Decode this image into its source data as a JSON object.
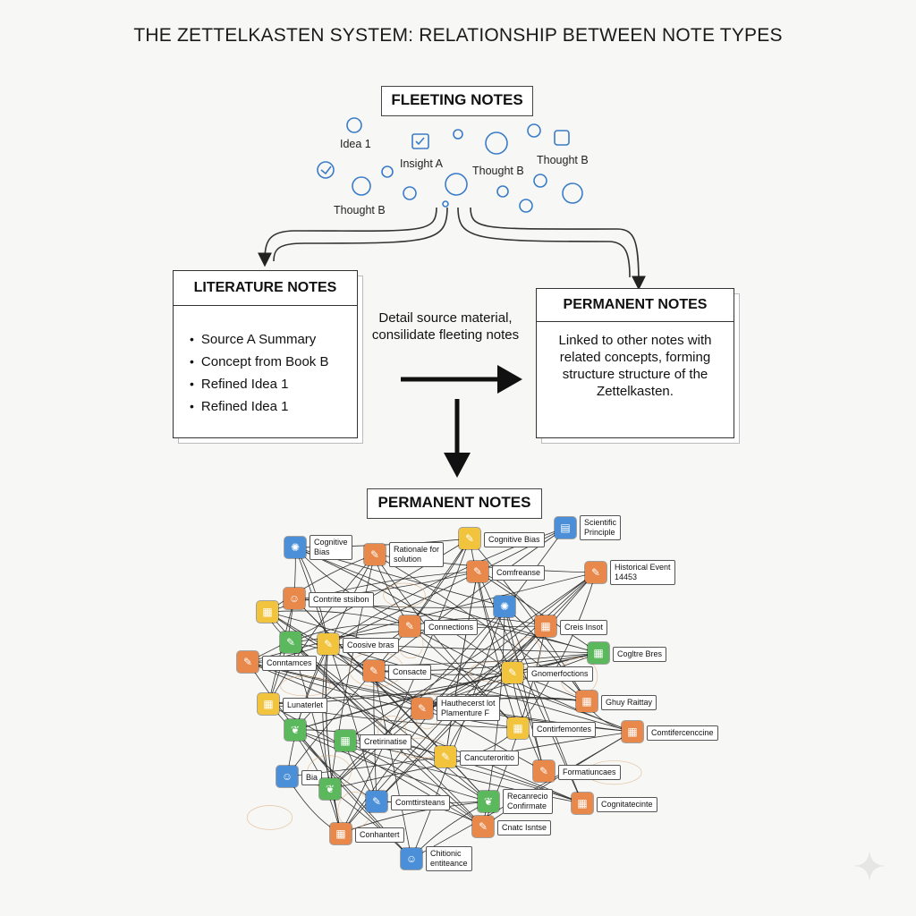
{
  "title": "THE ZETTELKASTEN SYSTEM: RELATIONSHIP BETWEEN NOTE TYPES",
  "fleeting": {
    "label": "FLEETING NOTES",
    "notes": [
      "Idea 1",
      "Insight A",
      "Thought B",
      "Thought B",
      "Thought B"
    ]
  },
  "literature": {
    "title": "LITERATURE NOTES",
    "items": [
      "Source A Summary",
      "Concept from Book B",
      "Refined Idea 1",
      "Refined Idea 1"
    ]
  },
  "flow_text": "Detail source material, consilidate fleeting notes",
  "permanent_card": {
    "title": "PERMANENT NOTES",
    "text": "Linked to other notes with related concepts, forming structure structure of the Zettelkasten."
  },
  "network": {
    "label": "PERMANENT NOTES",
    "colors": {
      "blue": "#4a8fd8",
      "orange": "#e8884a",
      "yellow": "#f2c43d",
      "green": "#5cb85c"
    },
    "nodes": [
      {
        "label": "Cognitive\nBias",
        "color": "blue",
        "icon": "brain-icon"
      },
      {
        "label": "Rationale for\nsolution",
        "color": "orange",
        "icon": "tools-icon"
      },
      {
        "label": "Cognitive Bias",
        "color": "yellow",
        "icon": "tools-icon"
      },
      {
        "label": "Scientific\nPrinciple",
        "color": "blue",
        "icon": "clipboard-icon"
      },
      {
        "label": "Comfreanse",
        "color": "orange",
        "icon": "tools-icon"
      },
      {
        "label": "Historical Event\n14453",
        "color": "orange",
        "icon": "tools-icon"
      },
      {
        "label": "Contrite stsibon",
        "color": "orange",
        "icon": "person-icon"
      },
      {
        "label": "",
        "color": "yellow",
        "icon": "doc-icon"
      },
      {
        "label": "",
        "color": "blue",
        "icon": "brain-icon"
      },
      {
        "label": "Connections",
        "color": "orange",
        "icon": "tools-icon"
      },
      {
        "label": "Creis Insot",
        "color": "orange",
        "icon": "doc-icon"
      },
      {
        "label": "Coosive bras",
        "color": "yellow",
        "icon": "tools-icon"
      },
      {
        "label": "",
        "color": "green",
        "icon": "tools-icon"
      },
      {
        "label": "Cogltre Bres",
        "color": "green",
        "icon": "doc-icon"
      },
      {
        "label": "Conntamces",
        "color": "orange",
        "icon": "tools-icon"
      },
      {
        "label": "Consacte",
        "color": "orange",
        "icon": "tools-icon"
      },
      {
        "label": "Gnomerfoctions",
        "color": "yellow",
        "icon": "tools-icon"
      },
      {
        "label": "Lunaterlet",
        "color": "yellow",
        "icon": "doc-icon"
      },
      {
        "label": "Hauthecerst lot\nPlamenture F",
        "color": "orange",
        "icon": "tools-icon"
      },
      {
        "label": "Ghuy Raittay",
        "color": "orange",
        "icon": "doc-icon"
      },
      {
        "label": "",
        "color": "green",
        "icon": "leaf-icon"
      },
      {
        "label": "Cretirinatise",
        "color": "green",
        "icon": "doc-icon"
      },
      {
        "label": "Contirfemontes",
        "color": "yellow",
        "icon": "doc-icon"
      },
      {
        "label": "Comtifercenccine",
        "color": "orange",
        "icon": "doc-icon"
      },
      {
        "label": "Cancuteroritio",
        "color": "yellow",
        "icon": "tools-icon"
      },
      {
        "label": "Bia",
        "color": "blue",
        "icon": "person-icon"
      },
      {
        "label": "",
        "color": "green",
        "icon": "leaf-icon"
      },
      {
        "label": "Formatiuncaes",
        "color": "orange",
        "icon": "tools-icon"
      },
      {
        "label": "Comttirsteans",
        "color": "blue",
        "icon": "tools-icon"
      },
      {
        "label": "Recanrecio\nConfirmate",
        "color": "green",
        "icon": "leaf-icon"
      },
      {
        "label": "Cognitatecinte",
        "color": "orange",
        "icon": "doc-icon"
      },
      {
        "label": "Conhantert",
        "color": "orange",
        "icon": "doc-icon"
      },
      {
        "label": "Cnatc Isntse",
        "color": "orange",
        "icon": "tools-icon"
      },
      {
        "label": "Chitionic\nentiteance",
        "color": "blue",
        "icon": "person-icon"
      }
    ]
  }
}
